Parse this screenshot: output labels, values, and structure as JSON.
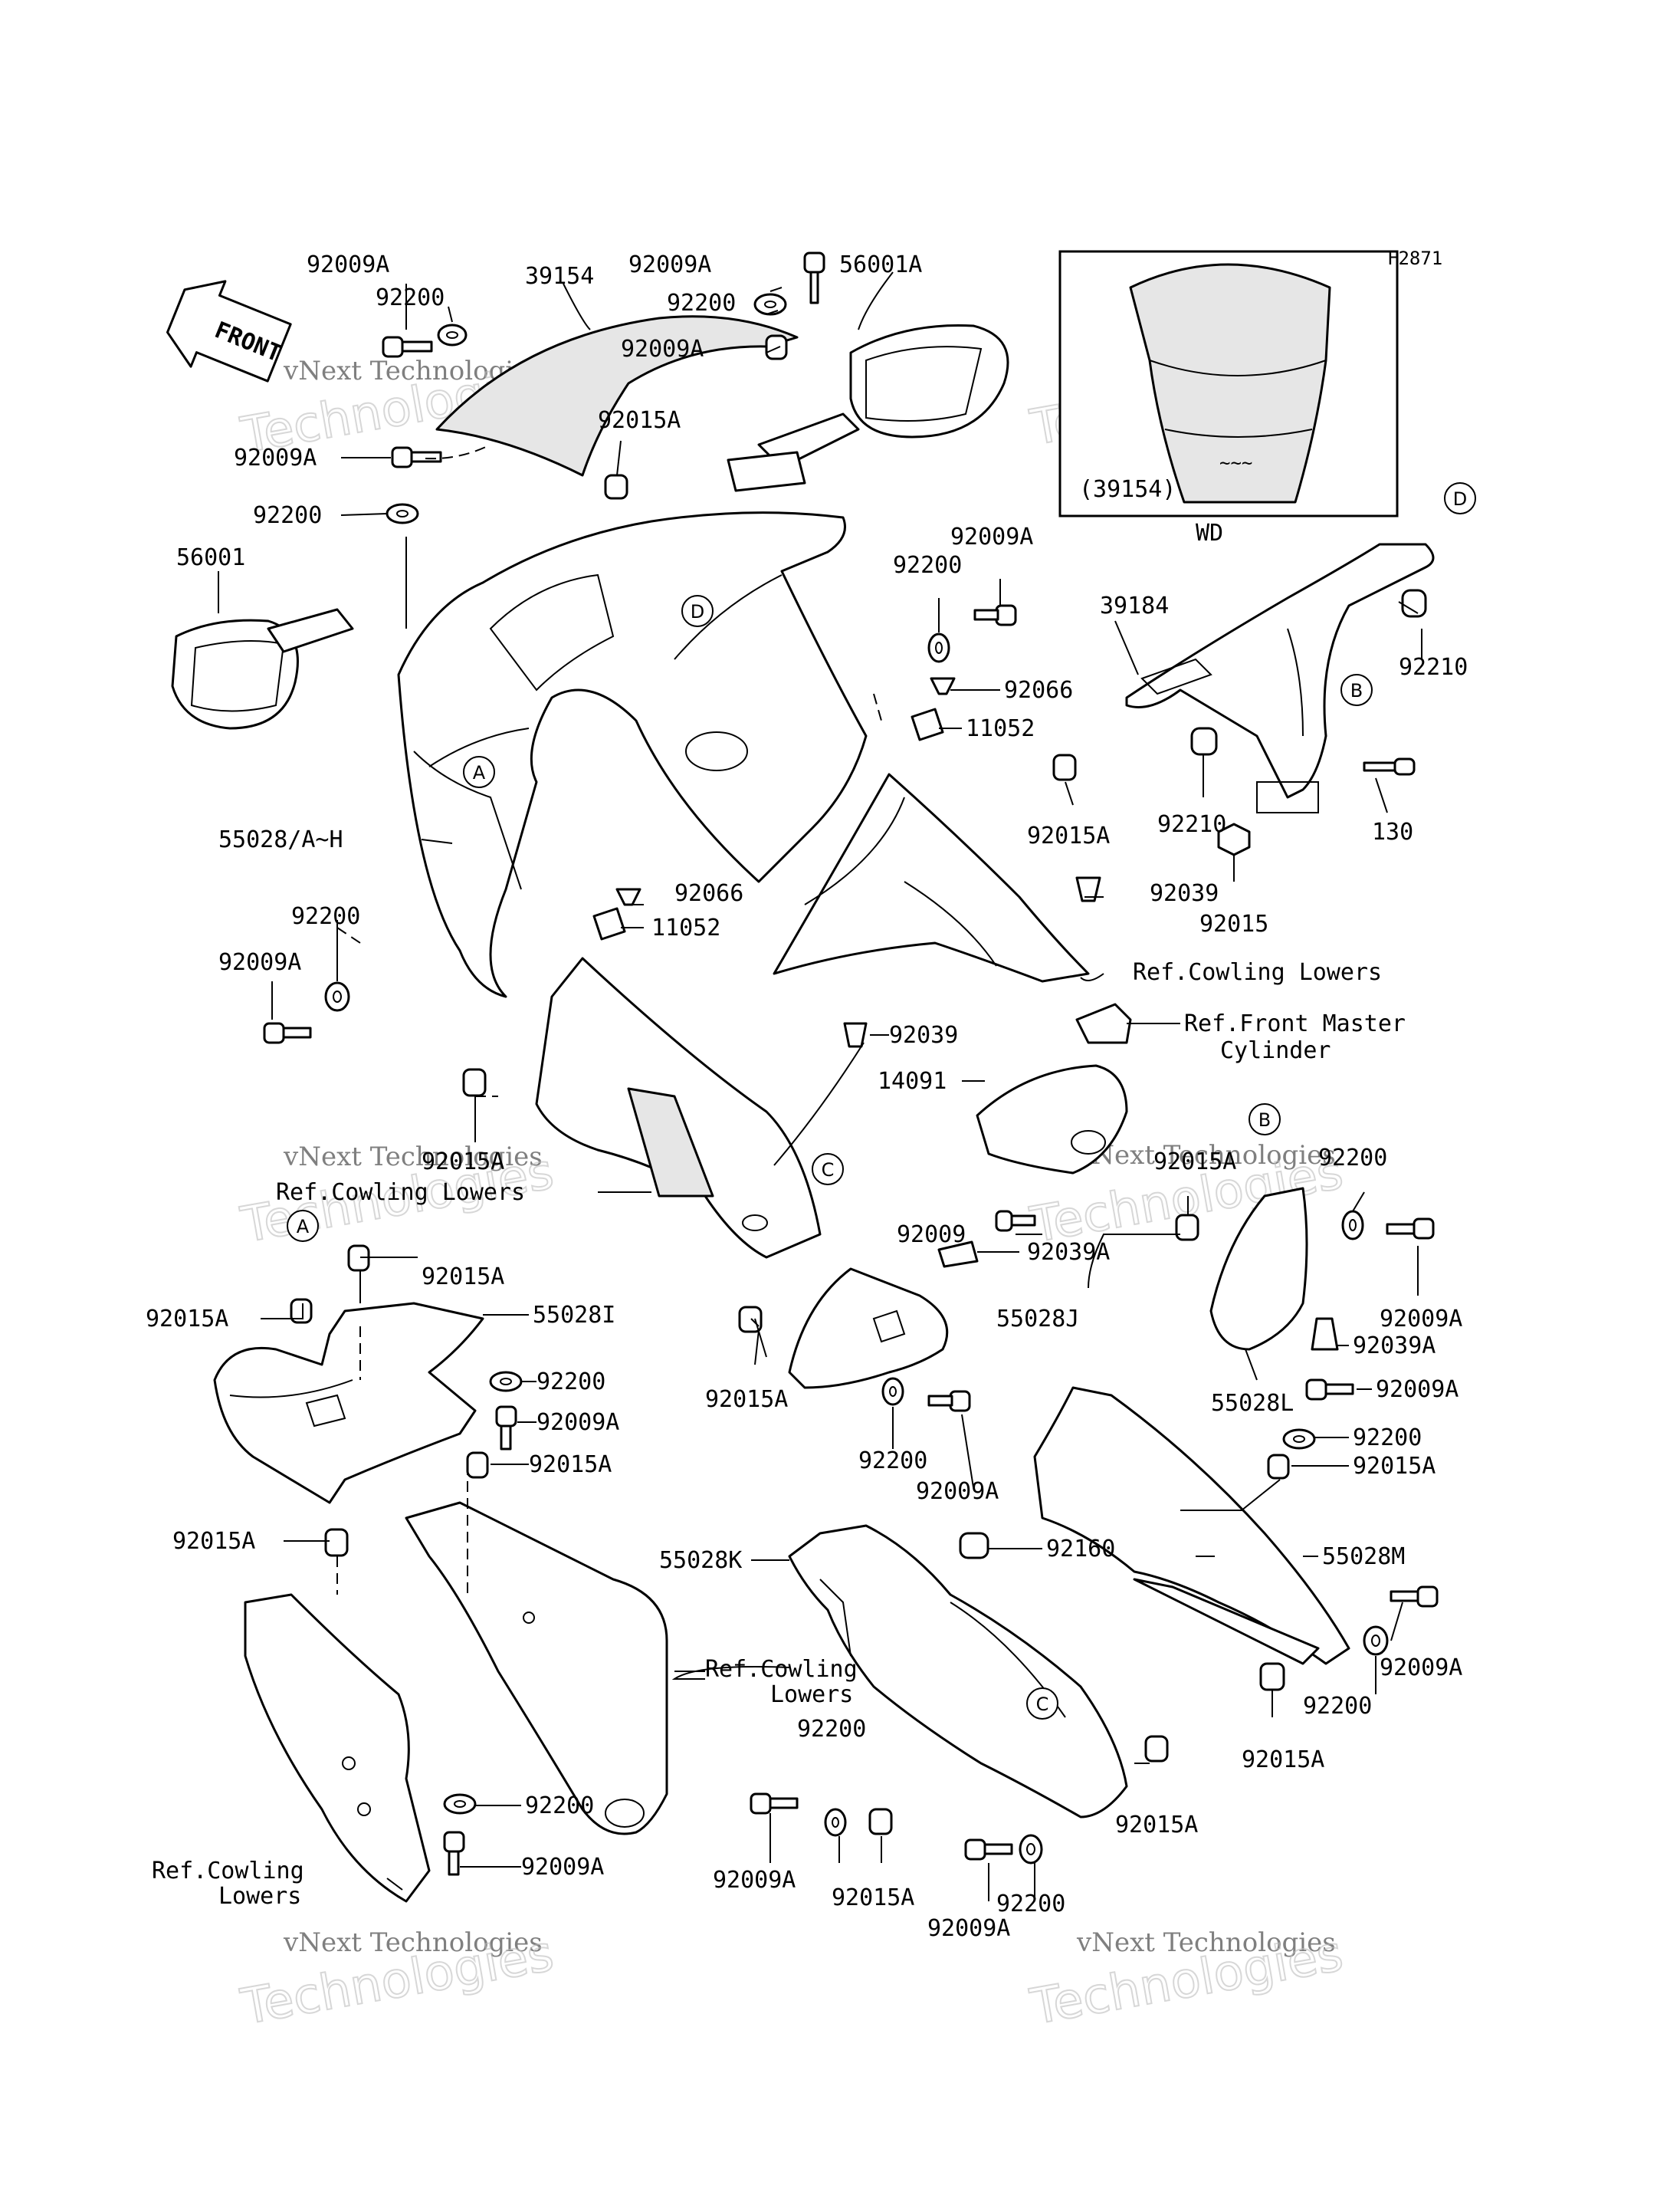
{
  "figure_code": "F2871",
  "inset": {
    "part": "(39154)",
    "caption": "WD"
  },
  "front_arrow": "FRONT",
  "watermark": {
    "company": "vNext Technologies",
    "big": "Technologies"
  },
  "refs": {
    "A": "A",
    "B": "B",
    "C": "C",
    "D": "D"
  },
  "labels": {
    "p92009A_1": "92009A",
    "p92200_1": "92200",
    "p39154": "39154",
    "p92009A_2": "92009A",
    "p92200_2": "92200",
    "p56001A": "56001A",
    "p92009A_3": "92009A",
    "p92015A_1": "92015A",
    "p92009A_4": "92009A",
    "p92200_3": "92200",
    "p56001": "56001",
    "p92009A_5": "92009A",
    "p92200_4": "92200",
    "p92066_1": "92066",
    "p11052_1": "11052",
    "p39184": "39184",
    "p92210_1": "92210",
    "p92210_2": "92210",
    "p130": "130",
    "p55028AH": "55028/A~H",
    "p92015A_2": "92015A",
    "p92039_1": "92039",
    "p92015": "92015",
    "p92066_2": "92066",
    "p11052_2": "11052",
    "p92200_5": "92200",
    "p92009A_6": "92009A",
    "ref_cowling_lowers_1": "Ref.Cowling Lowers",
    "ref_front_master_1": "Ref.Front Master",
    "ref_front_master_2": "Cylinder",
    "p92039_2": "92039",
    "p14091": "14091",
    "p92015A_3": "92015A",
    "ref_cowling_lowers_2": "Ref.Cowling Lowers",
    "p92015A_4": "92015A",
    "p92200_6": "92200",
    "p92009": "92009",
    "p92039A_1": "92039A",
    "p92015A_5": "92015A",
    "p92015A_6": "92015A",
    "p55028I": "55028I",
    "p55028J": "55028J",
    "p92009A_7": "92009A",
    "p92039A_2": "92039A",
    "p92200_7": "92200",
    "p92015A_7": "92015A",
    "p55028L": "55028L",
    "p92009A_8": "92009A",
    "p92009A_9": "92009A",
    "p92200_8": "92200",
    "p92015A_8": "92015A",
    "p92200_9": "92200",
    "p92009A_10": "92009A",
    "p92015A_9": "92015A",
    "p92160": "92160",
    "p92015A_10": "92015A",
    "p55028K": "55028K",
    "p55028M": "55028M",
    "ref_cowling_lowers_3a": "Ref.Cowling",
    "ref_cowling_lowers_3b": "Lowers",
    "p92009A_11": "92009A",
    "p92200_10": "92200",
    "p92015A_11": "92015A",
    "p92200_11": "92200",
    "p92015A_12": "92015A",
    "p92200_12": "92200",
    "p92009A_12": "92009A",
    "p92009A_13": "92009A",
    "p92015A_13": "92015A",
    "p92009A_14": "92009A",
    "p92200_13": "92200",
    "ref_cowling_lowers_4a": "Ref.Cowling",
    "ref_cowling_lowers_4b": "Lowers"
  }
}
